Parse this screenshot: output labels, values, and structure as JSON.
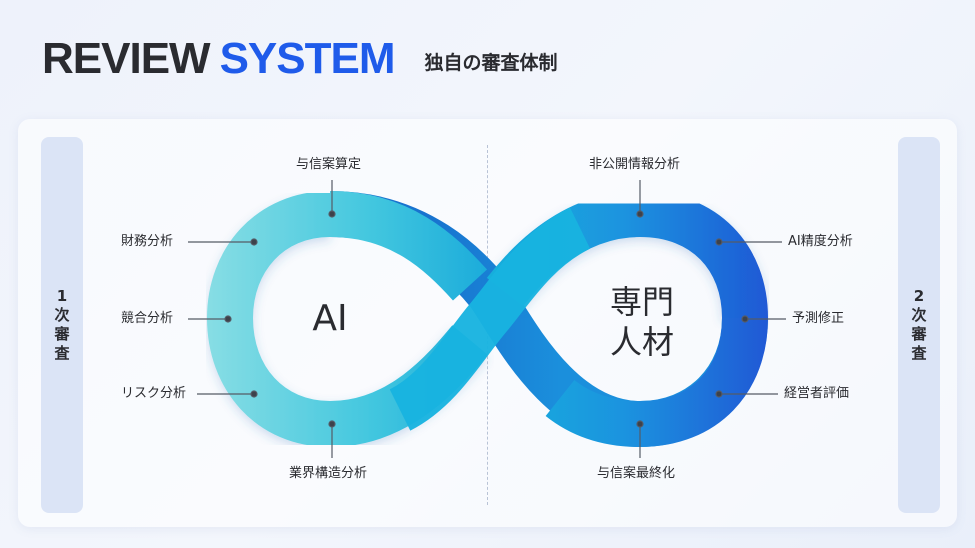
{
  "header": {
    "title_part1": "REVIEW",
    "title_part2": "SYSTEM",
    "subtitle": "独自の審査体制"
  },
  "side_left": {
    "number": "1",
    "line1": "次",
    "line2": "審",
    "line3": "査"
  },
  "side_right": {
    "number": "2",
    "line1": "次",
    "line2": "審",
    "line3": "査"
  },
  "center_left": "AI",
  "center_right": {
    "line1": "専門",
    "line2": "人材"
  },
  "left_items": {
    "top": "与信案算定",
    "upper": "財務分析",
    "middle": "競合分析",
    "lower": "リスク分析",
    "bottom": "業界構造分析"
  },
  "right_items": {
    "top": "非公開情報分析",
    "upper": "AI精度分析",
    "middle": "予測修正",
    "lower": "経営者評価",
    "bottom": "与信案最終化"
  },
  "colors": {
    "accent": "#1f5bea",
    "loop_light": "#7fdbe4",
    "loop_mid": "#19b4dc",
    "loop_dark": "#1a5fd6"
  }
}
